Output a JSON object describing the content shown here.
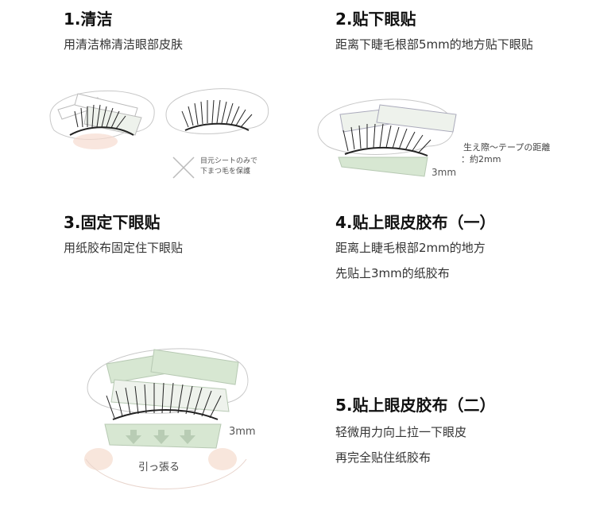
{
  "steps": [
    {
      "title": "1.清洁",
      "desc": [
        "用清洁棉清洁眼部皮肤"
      ]
    },
    {
      "title": "2.贴下眼贴",
      "desc": [
        "距离下睫毛根部5mm的地方贴下眼贴"
      ]
    },
    {
      "title": "3.固定下眼贴",
      "desc": [
        "用纸胶布固定住下眼贴"
      ]
    },
    {
      "title": "4.贴上眼皮胶布（一）",
      "desc": [
        "距离上睫毛根部2mm的地方",
        "先贴上3mm的纸胶布"
      ]
    },
    {
      "title": "5.贴上眼皮胶布（二）",
      "desc": [
        "轻微用力向上拉一下眼皮",
        "再完全贴住纸胶布"
      ]
    }
  ],
  "illustrations": {
    "step1_note": [
      "目元シートのみで",
      "下まつ毛を保護"
    ],
    "step2_note": [
      "生え際〜テープの距離",
      "：約2mm"
    ],
    "step2_measure": "3mm",
    "step5_measure": "3mm",
    "step5_pull": "引っ張る"
  },
  "colors": {
    "tape": "#d7e7d2",
    "tape_border": "#b7c9b3",
    "arrow": "#b8ccb4",
    "outline": "#c8c8c8"
  }
}
